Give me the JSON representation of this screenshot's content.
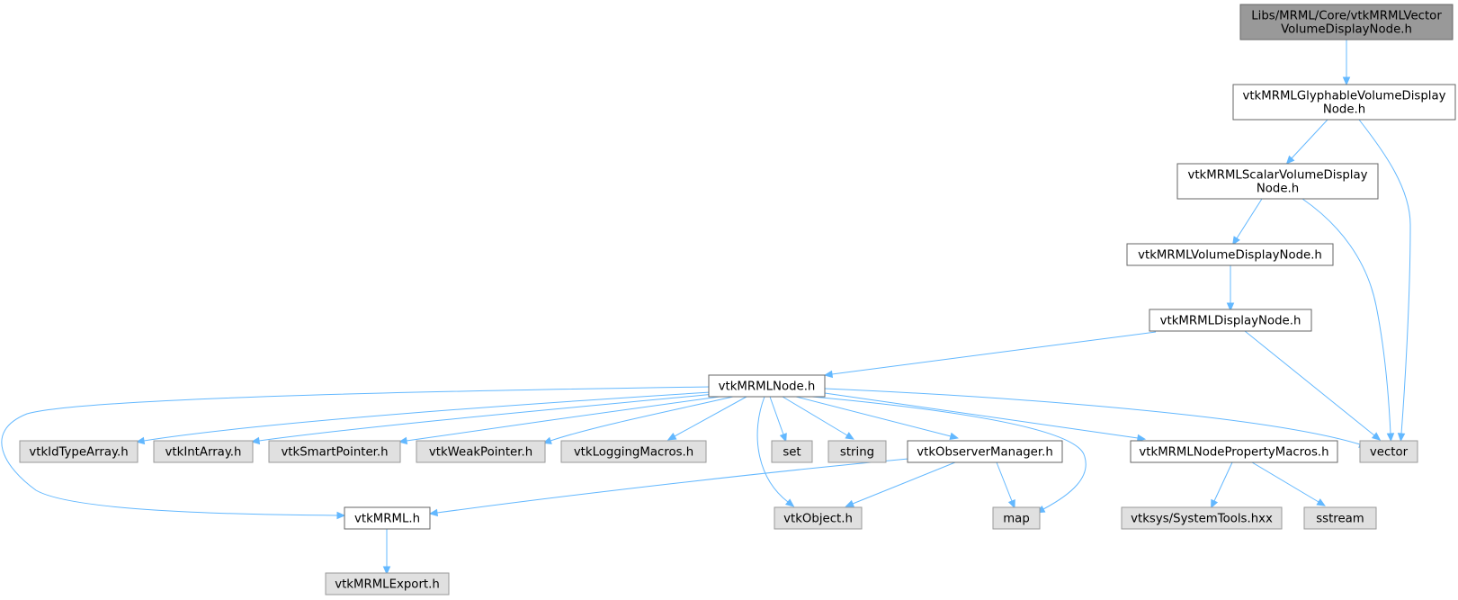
{
  "colors": {
    "root_fill": "#999999",
    "root_stroke": "#666666",
    "internal_fill": "#ffffff",
    "internal_stroke": "#666666",
    "external_fill": "#e0e0e0",
    "external_stroke": "#999999",
    "edge": "#63b8ff",
    "text": "#000000"
  },
  "nodes": [
    {
      "id": "root",
      "kind": "root",
      "lines": [
        "Libs/MRML/Core/vtkMRMLVector",
        "VolumeDisplayNode.h"
      ]
    },
    {
      "id": "glyphable",
      "kind": "internal",
      "lines": [
        "vtkMRMLGlyphableVolumeDisplay",
        "Node.h"
      ]
    },
    {
      "id": "scalar",
      "kind": "internal",
      "lines": [
        "vtkMRMLScalarVolumeDisplay",
        "Node.h"
      ]
    },
    {
      "id": "volumedisplay",
      "kind": "internal",
      "lines": [
        "vtkMRMLVolumeDisplayNode.h"
      ]
    },
    {
      "id": "displaynode",
      "kind": "internal",
      "lines": [
        "vtkMRMLDisplayNode.h"
      ]
    },
    {
      "id": "mrmlnode",
      "kind": "internal",
      "lines": [
        "vtkMRMLNode.h"
      ]
    },
    {
      "id": "vector",
      "kind": "external",
      "lines": [
        "vector"
      ]
    },
    {
      "id": "idtypearray",
      "kind": "external",
      "lines": [
        "vtkIdTypeArray.h"
      ]
    },
    {
      "id": "intarray",
      "kind": "external",
      "lines": [
        "vtkIntArray.h"
      ]
    },
    {
      "id": "smartpointer",
      "kind": "external",
      "lines": [
        "vtkSmartPointer.h"
      ]
    },
    {
      "id": "weakpointer",
      "kind": "external",
      "lines": [
        "vtkWeakPointer.h"
      ]
    },
    {
      "id": "loggingmacros",
      "kind": "external",
      "lines": [
        "vtkLoggingMacros.h"
      ]
    },
    {
      "id": "set",
      "kind": "external",
      "lines": [
        "set"
      ]
    },
    {
      "id": "string",
      "kind": "external",
      "lines": [
        "string"
      ]
    },
    {
      "id": "observermanager",
      "kind": "internal",
      "lines": [
        "vtkObserverManager.h"
      ]
    },
    {
      "id": "nodepropertymacros",
      "kind": "internal",
      "lines": [
        "vtkMRMLNodePropertyMacros.h"
      ]
    },
    {
      "id": "vtkmrml",
      "kind": "internal",
      "lines": [
        "vtkMRML.h"
      ]
    },
    {
      "id": "vtkobject",
      "kind": "external",
      "lines": [
        "vtkObject.h"
      ]
    },
    {
      "id": "map",
      "kind": "external",
      "lines": [
        "map"
      ]
    },
    {
      "id": "systemtools",
      "kind": "external",
      "lines": [
        "vtksys/SystemTools.hxx"
      ]
    },
    {
      "id": "sstream",
      "kind": "external",
      "lines": [
        "sstream"
      ]
    },
    {
      "id": "mrmlexport",
      "kind": "external",
      "lines": [
        "vtkMRMLExport.h"
      ]
    }
  ],
  "edges": [
    {
      "from": "root",
      "to": "glyphable"
    },
    {
      "from": "glyphable",
      "to": "scalar"
    },
    {
      "from": "glyphable",
      "to": "vector"
    },
    {
      "from": "scalar",
      "to": "volumedisplay"
    },
    {
      "from": "scalar",
      "to": "vector"
    },
    {
      "from": "volumedisplay",
      "to": "displaynode"
    },
    {
      "from": "displaynode",
      "to": "mrmlnode"
    },
    {
      "from": "displaynode",
      "to": "vector"
    },
    {
      "from": "mrmlnode",
      "to": "vtkmrml"
    },
    {
      "from": "mrmlnode",
      "to": "idtypearray"
    },
    {
      "from": "mrmlnode",
      "to": "intarray"
    },
    {
      "from": "mrmlnode",
      "to": "smartpointer"
    },
    {
      "from": "mrmlnode",
      "to": "weakpointer"
    },
    {
      "from": "mrmlnode",
      "to": "loggingmacros"
    },
    {
      "from": "mrmlnode",
      "to": "vtkobject"
    },
    {
      "from": "mrmlnode",
      "to": "set"
    },
    {
      "from": "mrmlnode",
      "to": "string"
    },
    {
      "from": "mrmlnode",
      "to": "observermanager"
    },
    {
      "from": "mrmlnode",
      "to": "map"
    },
    {
      "from": "mrmlnode",
      "to": "nodepropertymacros"
    },
    {
      "from": "mrmlnode",
      "to": "vector"
    },
    {
      "from": "observermanager",
      "to": "vtkmrml"
    },
    {
      "from": "observermanager",
      "to": "vtkobject"
    },
    {
      "from": "observermanager",
      "to": "map"
    },
    {
      "from": "nodepropertymacros",
      "to": "systemtools"
    },
    {
      "from": "nodepropertymacros",
      "to": "sstream"
    },
    {
      "from": "vtkmrml",
      "to": "mrmlexport"
    }
  ]
}
